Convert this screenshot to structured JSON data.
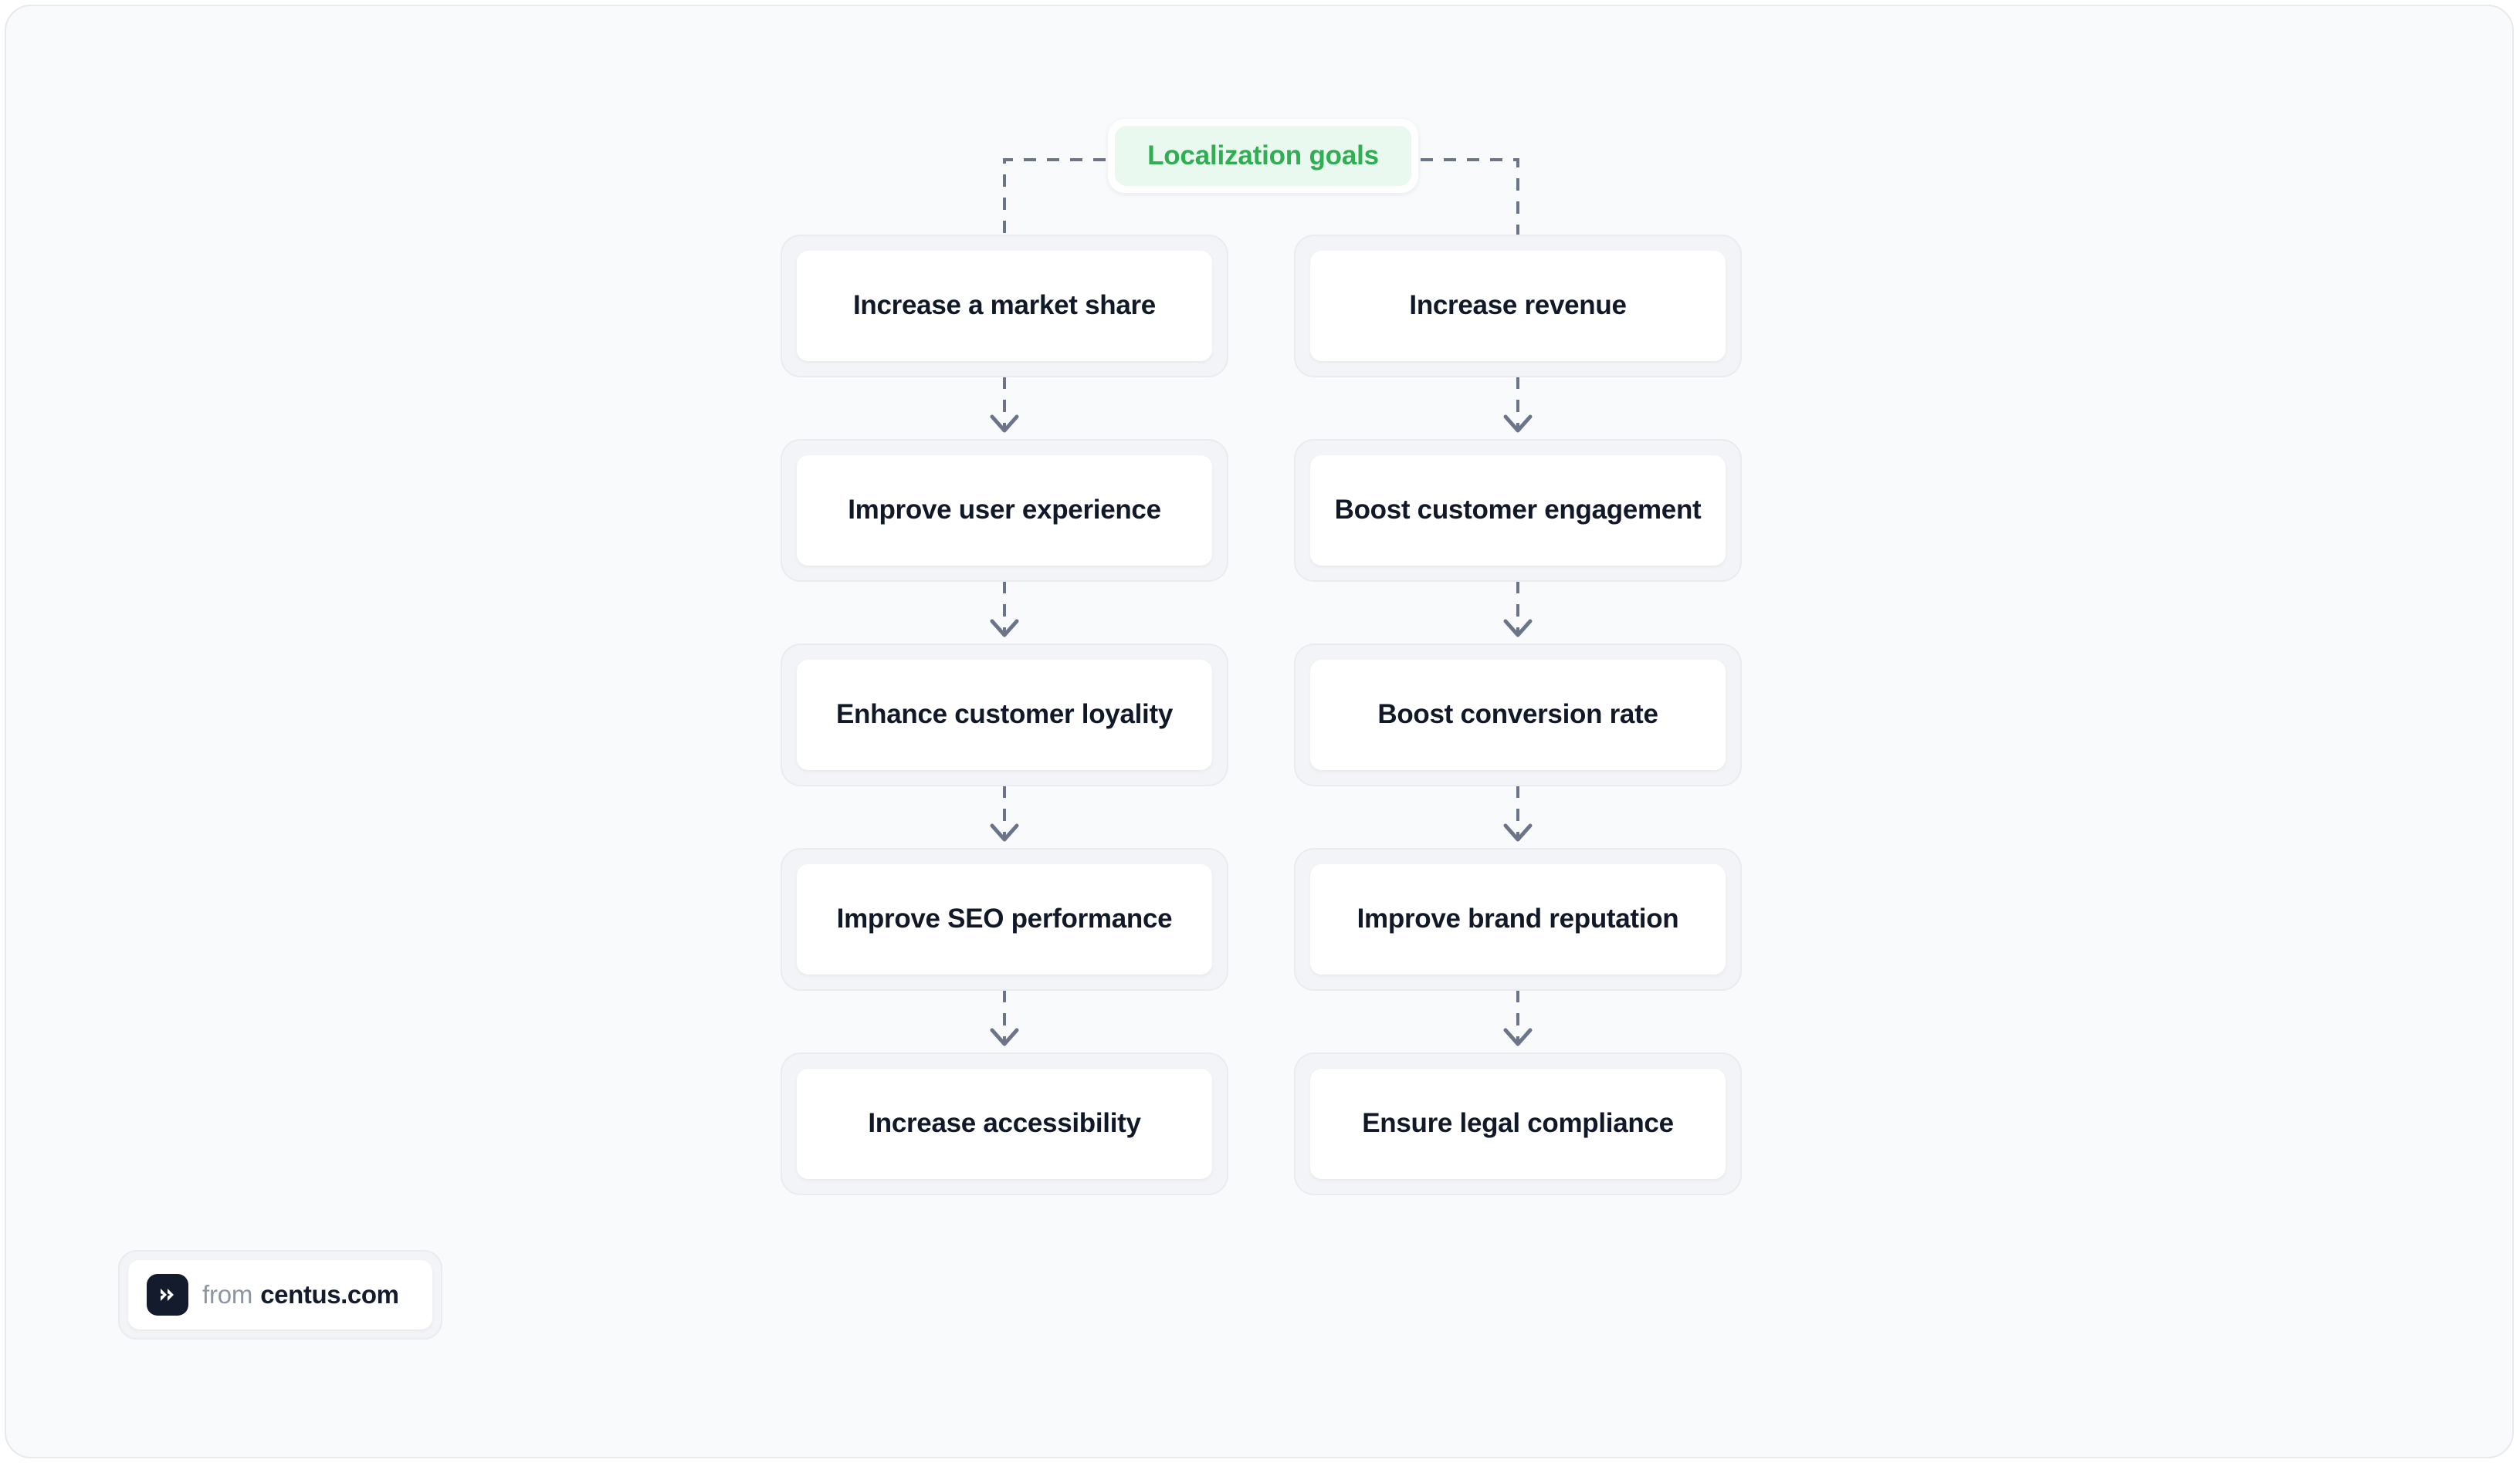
{
  "canvas": {
    "background_color": "#F8FAFC",
    "border_color": "#E7E9EE"
  },
  "header": {
    "label": "Localization goals",
    "text_color": "#2FAE52",
    "background_color": "#E9F9EF"
  },
  "diagram": {
    "type": "flowchart",
    "columns": [
      {
        "name": "left-branch",
        "nodes": [
          {
            "label": "Increase a market share"
          },
          {
            "label": "Improve user experience"
          },
          {
            "label": "Enhance customer loyality"
          },
          {
            "label": "Improve SEO performance"
          },
          {
            "label": "Increase accessibility"
          }
        ]
      },
      {
        "name": "right-branch",
        "nodes": [
          {
            "label": "Increase revenue"
          },
          {
            "label": "Boost customer engagement"
          },
          {
            "label": "Boost conversion rate"
          },
          {
            "label": "Improve brand reputation"
          },
          {
            "label": "Ensure legal compliance"
          }
        ]
      }
    ],
    "connector_style": "dashed",
    "connector_color": "#6B7489",
    "node_text_color": "#111828",
    "node_background_color": "#FFFFFF",
    "node_frame_color": "#F3F4F7"
  },
  "attribution": {
    "prefix": "from",
    "domain": "centus.com",
    "logo_icon": "double-chevron-icon",
    "logo_background_color": "#141B2D"
  }
}
